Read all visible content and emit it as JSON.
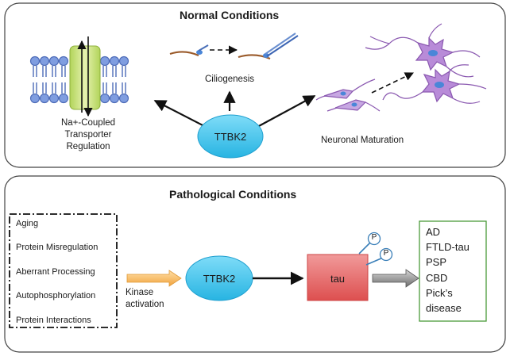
{
  "normal": {
    "title": "Normal Conditions",
    "ciliogenesis": "Ciliogenesis",
    "transporter": [
      "Na+-Coupled",
      "Transporter",
      "Regulation"
    ],
    "neuronal": "Neuronal Maturation",
    "hub": "TTBK2"
  },
  "pathological": {
    "title": "Pathological Conditions",
    "factors": [
      "Aging",
      "Protein Misregulation",
      "Aberrant Processing",
      "Autophosphorylation",
      "Protein Interactions"
    ],
    "kinase_label": [
      "Kinase",
      "activation"
    ],
    "hub": "TTBK2",
    "tau": "tau",
    "phospho": [
      "P",
      "P"
    ],
    "diseases": [
      "AD",
      "FTLD-tau",
      "PSP",
      "CBD",
      "Pick’s",
      "disease"
    ]
  },
  "colors": {
    "hub": "#47c8ee",
    "tau": "#e86a6a",
    "transporter": "#c8e07a",
    "lipid": "#6f8fd8",
    "neuron": "#a678c6",
    "disease_border": "#4a9a3a"
  }
}
